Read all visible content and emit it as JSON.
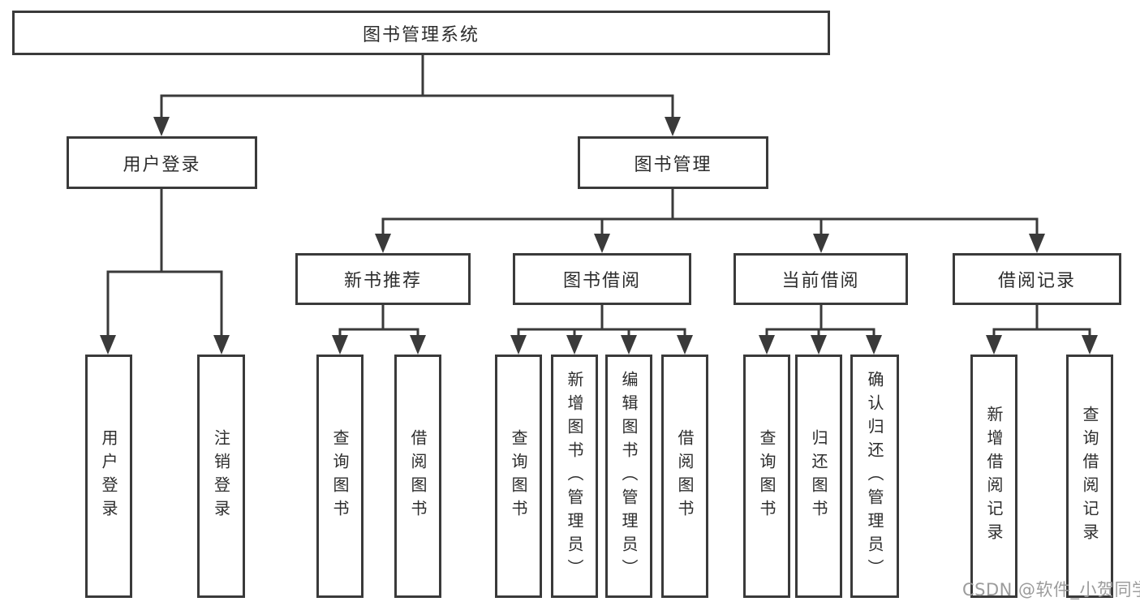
{
  "tree": {
    "root": "图书管理系统",
    "login": {
      "label": "用户登录",
      "leaves": [
        "用户登录",
        "注销登录"
      ]
    },
    "mgmt": {
      "label": "图书管理"
    },
    "modules": [
      {
        "label": "新书推荐",
        "leaves": [
          "查询图书",
          "借阅图书"
        ]
      },
      {
        "label": "图书借阅",
        "leaves": [
          "查询图书",
          "新增图书（管理员）",
          "编辑图书（管理员）",
          "借阅图书"
        ]
      },
      {
        "label": "当前借阅",
        "leaves": [
          "查询图书",
          "归还图书",
          "确认归还（管理员）"
        ]
      },
      {
        "label": "借阅记录",
        "leaves": [
          "新增借阅记录",
          "查询借阅记录"
        ]
      }
    ]
  },
  "watermark": {
    "text": "CSDN @软件_小贺同学"
  },
  "colors": {
    "line": "#3a3a3a",
    "box_border": "#3a3a3a",
    "text": "#2d2d2d",
    "watermark": "#9c9c9c",
    "background": "#ffffff"
  }
}
